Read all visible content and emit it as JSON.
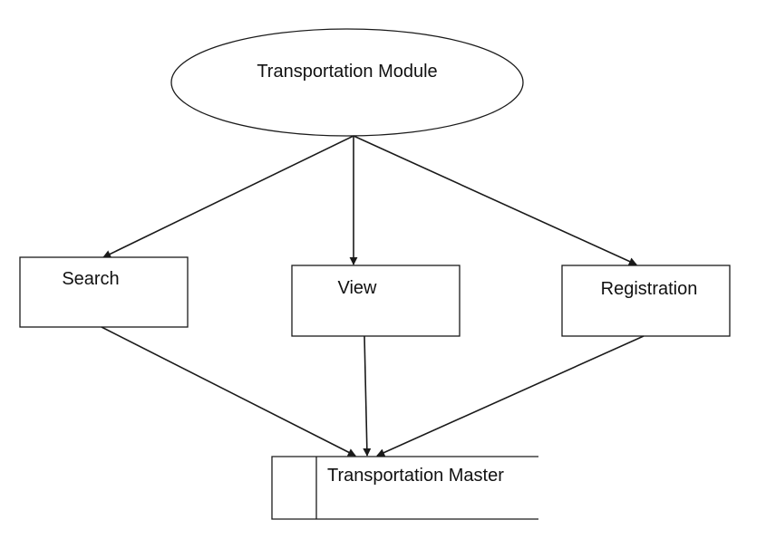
{
  "diagram": {
    "start": {
      "label": "Transportation Module"
    },
    "processes": [
      {
        "label": "Search"
      },
      {
        "label": "View"
      },
      {
        "label": "Registration"
      }
    ],
    "store": {
      "label": "Transportation Master"
    }
  }
}
